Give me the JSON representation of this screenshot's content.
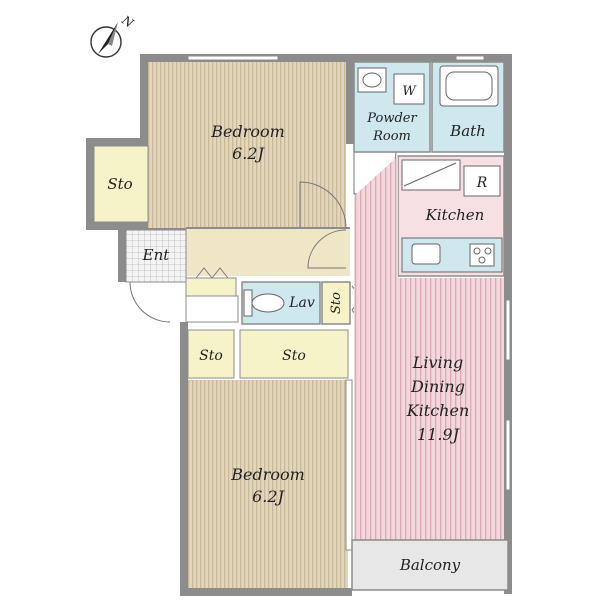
{
  "compass": {
    "label": "N"
  },
  "rooms": {
    "bedroom_top": {
      "name": "Bedroom",
      "size": "6.2J"
    },
    "bedroom_bottom": {
      "name": "Bedroom",
      "size": "6.2J"
    },
    "sto_left": "Sto",
    "entrance": "Ent",
    "powder_room": {
      "line1": "Powder",
      "line2": "Room",
      "washer": "W"
    },
    "bath": "Bath",
    "kitchen": {
      "name": "Kitchen",
      "fridge": "R"
    },
    "lav": "Lav",
    "sto_hall": "Sto",
    "sto_small": "Sto",
    "sto_wide": "Sto",
    "ldk": {
      "line1": "Living",
      "line2": "Dining",
      "line3": "Kitchen",
      "size": "11.9J"
    },
    "balcony": "Balcony"
  },
  "colors": {
    "bedroom_fill": "#e2d6be",
    "bedroom_stripe": "#c9b997",
    "ldk_fill": "#f2d8dc",
    "ldk_stripe": "#dba9b1",
    "kitchen_fill": "#f6e0e4",
    "wet_fill": "#cfe8ee",
    "storage_fill": "#f6f3c8",
    "hall_fill": "#efe6c6",
    "balcony_fill": "#e7e7e7",
    "wall": "#8c8c8c"
  }
}
